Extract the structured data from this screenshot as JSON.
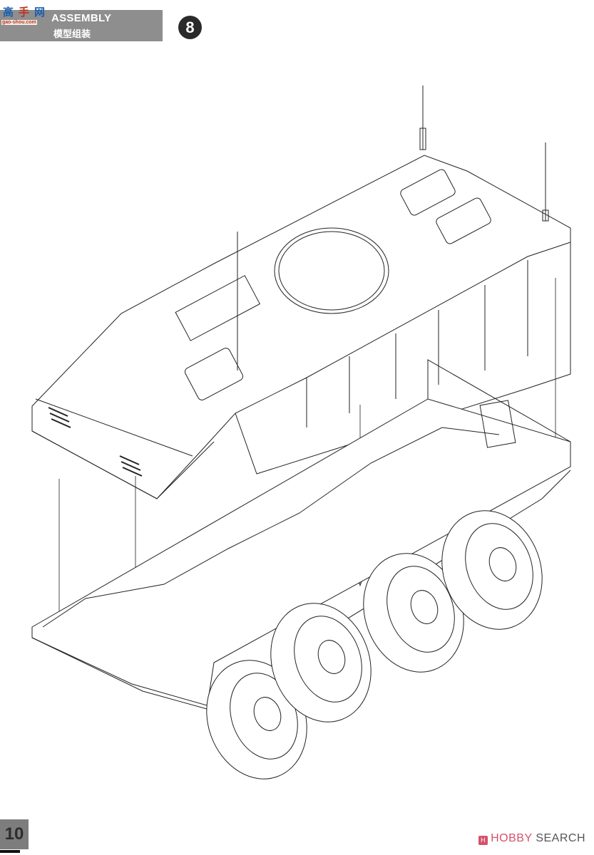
{
  "header": {
    "title": "ASSEMBLY",
    "subtitle": "模型组装",
    "step_number": "8",
    "bar_color": "#8e8e8e"
  },
  "watermark": {
    "chars": [
      "高",
      "手",
      "网"
    ],
    "url": "gao-shou.com"
  },
  "drawing": {
    "description": "Exploded isometric line drawing: upper hull assembly with antennas being lowered onto 8-wheeled lower hull chassis",
    "parts": [
      "upper-hull",
      "lower-hull",
      "wheels"
    ],
    "wheel_count_visible": 4,
    "antenna_count": 3,
    "guide_arrow_count": 4
  },
  "footer": {
    "page_number": "10",
    "brand_hobby": "HOBBY",
    "brand_search": "SEARCH",
    "brand_color": "#d4526b"
  }
}
